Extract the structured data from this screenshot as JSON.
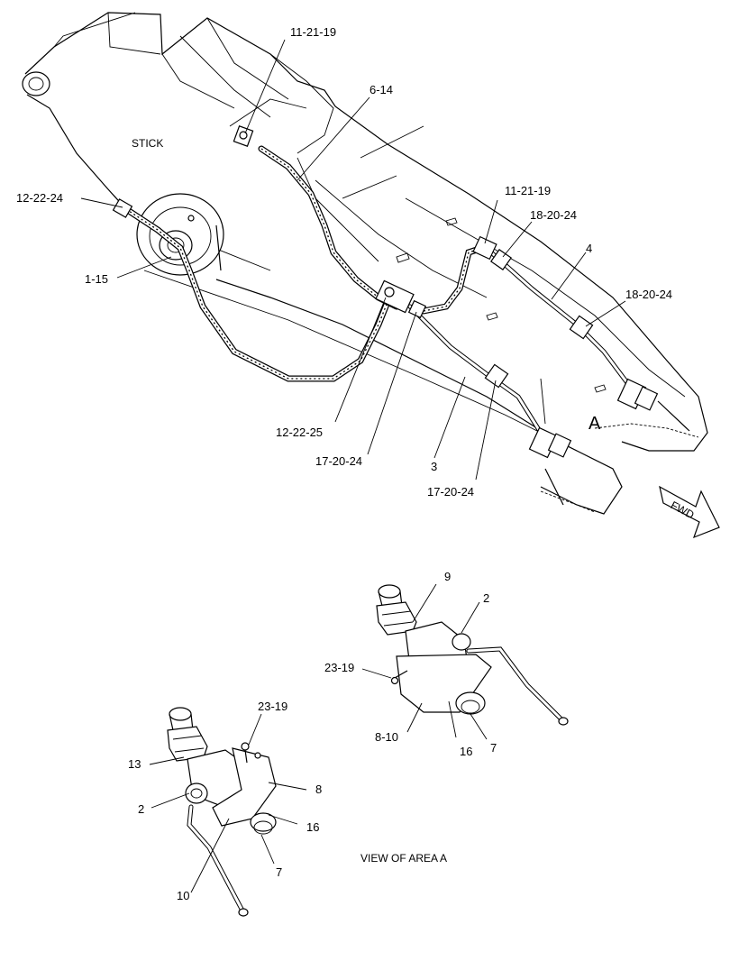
{
  "captions": {
    "stick": "STICK",
    "area_marker": "A",
    "fwd": "FWD",
    "view_area": "VIEW OF AREA A"
  },
  "callouts": {
    "c_11_21_19_top": "11-21-19",
    "c_6_14": "6-14",
    "c_12_22_24": "12-22-24",
    "c_1_15": "1-15",
    "c_11_21_19_mid": "11-21-19",
    "c_18_20_24_a": "18-20-24",
    "c_4": "4",
    "c_18_20_24_b": "18-20-24",
    "c_12_22_25": "12-22-25",
    "c_17_20_24_a": "17-20-24",
    "c_3": "3",
    "c_17_20_24_b": "17-20-24",
    "c_9": "9",
    "c_2_right": "2",
    "c_23_19_right": "23-19",
    "c_8_10": "8-10",
    "c_16_right": "16",
    "c_7_right": "7",
    "c_23_19_left": "23-19",
    "c_13": "13",
    "c_8": "8",
    "c_2_left": "2",
    "c_16_left": "16",
    "c_7_left": "7",
    "c_10": "10"
  }
}
